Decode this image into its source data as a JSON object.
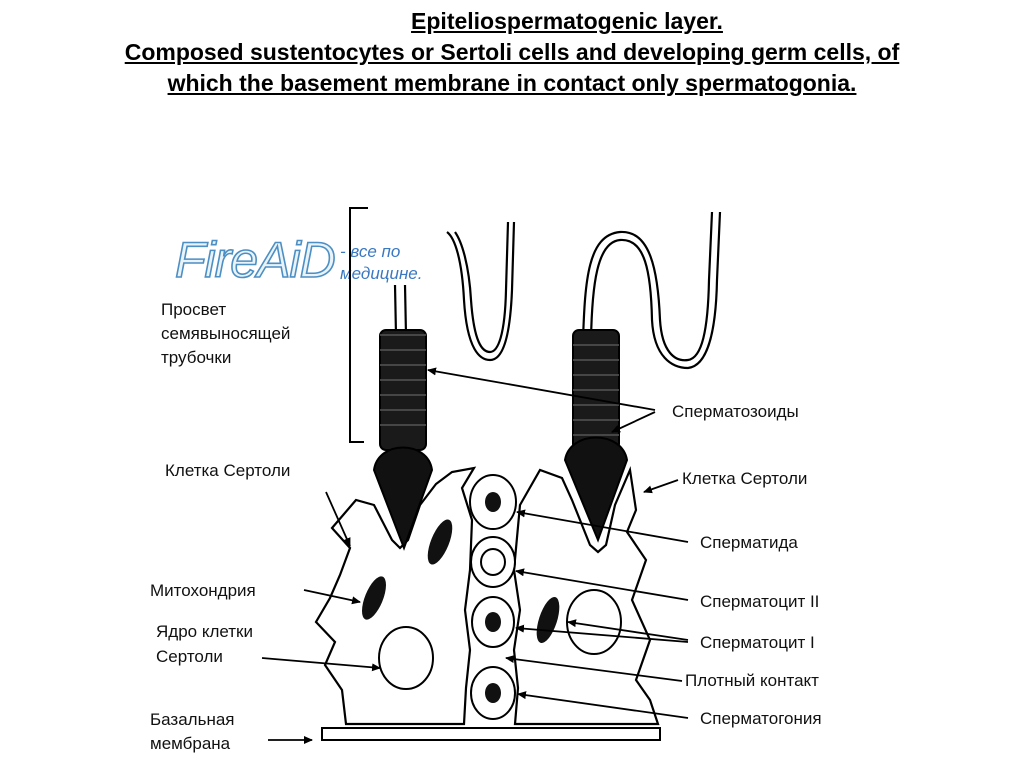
{
  "title": {
    "line1": "Epiteliospermatogenic layer.",
    "line2": "Composed sustentocytes or Sertoli cells and developing germ cells, of",
    "line3": "which the basement membrane in contact only spermatogonia."
  },
  "watermark": {
    "brand": "FireAiD",
    "tagline1": "- все по",
    "tagline2": "медицине."
  },
  "labels": {
    "lumen_1": "Просвет",
    "lumen_2": "семявыносящей",
    "lumen_3": "трубочки",
    "sertoli_left": "Клетка Сертоли",
    "mitochondria": "Митохондрия",
    "nucleus_1": "Ядро клетки",
    "nucleus_2": "Сертоли",
    "basal_1": "Базальная",
    "basal_2": "мембрана",
    "spermatozoa": "Сперматозоиды",
    "sertoli_right": "Клетка Сертоли",
    "spermatid": "Сперматида",
    "spermatocyte2": "Сперматоцит II",
    "spermatocyte1": "Сперматоцит I",
    "tight_junction": "Плотный контакт",
    "spermatogonia": "Сперматогония"
  }
}
